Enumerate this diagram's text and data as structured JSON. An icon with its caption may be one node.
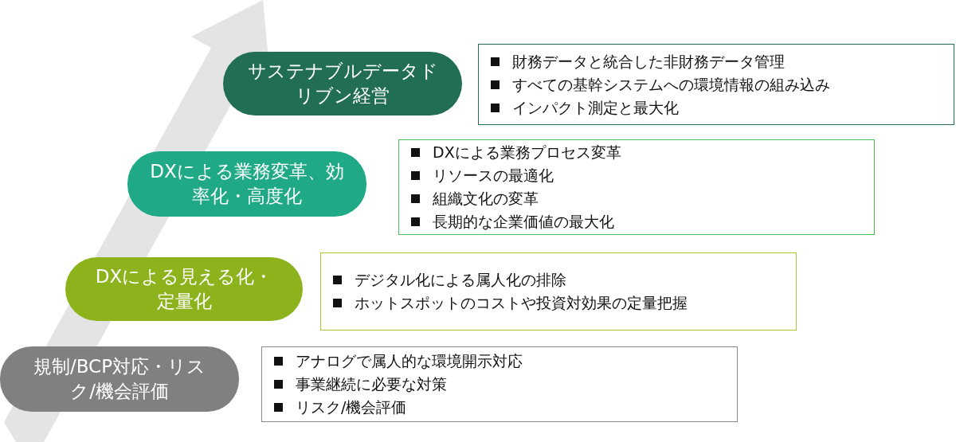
{
  "diagram": {
    "nodes": [
      {
        "text": [
          "サステナブルデータドリブン経営"
        ]
      },
      {
        "text": [
          "財務データと統合した非財務データ管理",
          "すべての基幹システムへの環境情報の組み込み",
          "インパクト測定と最大化"
        ]
      },
      {
        "text": [
          "DXによる業務変革、効率化・高度化"
        ]
      },
      {
        "text": [
          "DXによる業務プロセス変革",
          "リソースの最適化",
          "組織文化の変革",
          "長期的な企業価値の最大化"
        ]
      },
      {
        "text": [
          "DXによる見える化・定量化"
        ]
      },
      {
        "text": [
          "デジタル化による属人化の排除",
          "ホットスポットのコストや投資対効果の定量把握"
        ]
      },
      {
        "text": [
          "規制/BCP対応・リスク/機会評価"
        ]
      },
      {
        "text": [
          "アナログで属人的な環境開示対応",
          "事業継続に必要な対策",
          "リスク/機会評価"
        ]
      }
    ]
  }
}
